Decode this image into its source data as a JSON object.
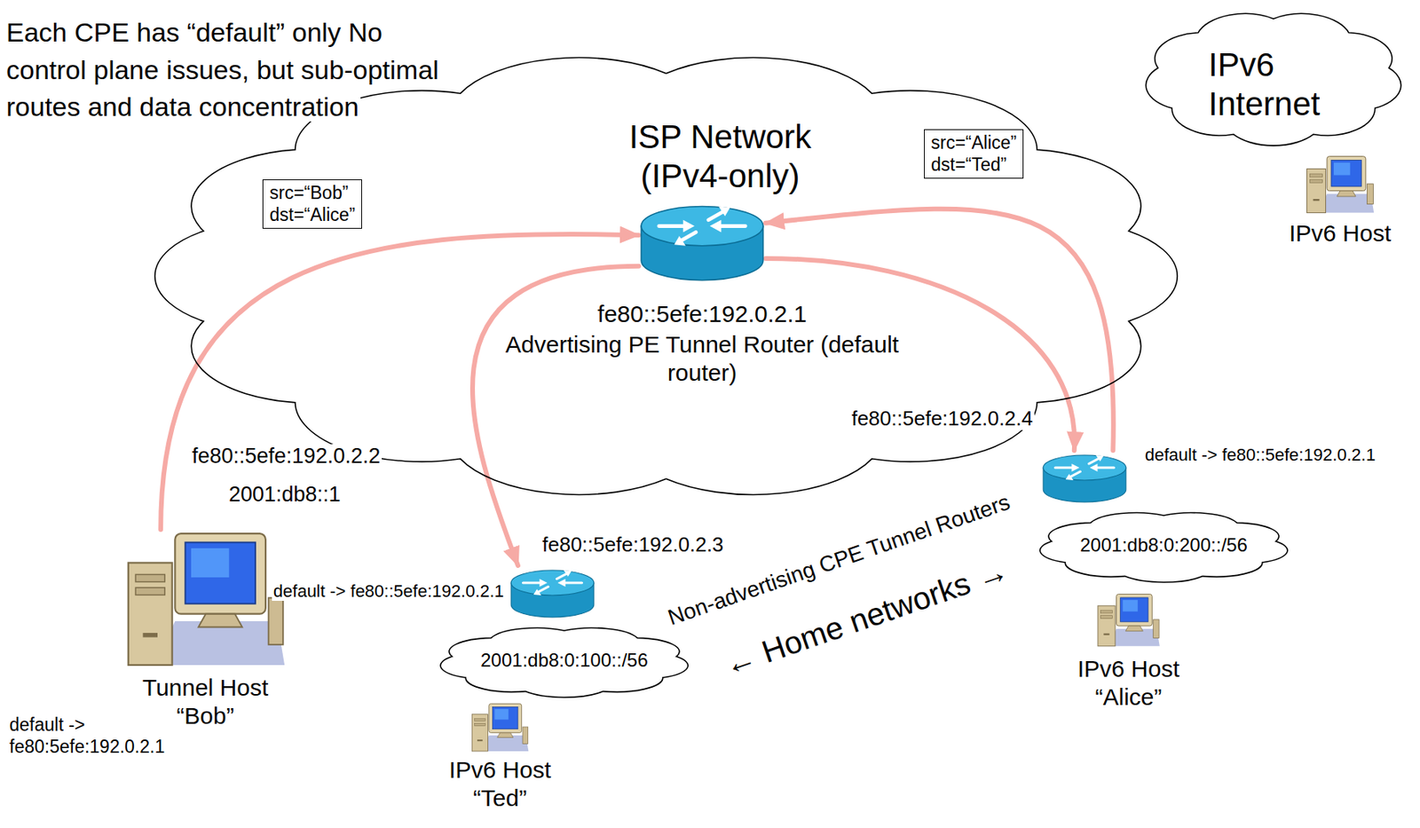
{
  "diagram": {
    "nodes": [
      {
        "text": [
          "ISP Network (IPv4-only)"
        ]
      },
      {
        "text": [
          "fe80::5efe:192.0.2.1",
          "Advertising PE Tunnel Router (default router)"
        ],
        "in": 0
      },
      {
        "text": [
          "IPv6 Internet"
        ]
      },
      {
        "text": [
          "IPv6 Host"
        ]
      },
      {
        "text": [
          "Tunnel Host “Bob”"
        ]
      },
      {
        "text": [
          "fe80::5efe:192.0.2.3",
          "default -> fe80::5efe:192.0.2.1"
        ]
      },
      {
        "text": [
          "2001:db8:0:100::/56"
        ]
      },
      {
        "text": [
          "IPv6 Host “Ted”"
        ]
      },
      {
        "text": [
          "fe80::5efe:192.0.2.4",
          "default -> fe80::5efe:192.0.2.1"
        ]
      },
      {
        "text": [
          "2001:db8:0:200::/56"
        ]
      },
      {
        "text": [
          "IPv6 Host “Alice”"
        ]
      }
    ],
    "edges": [
      {
        "from": 4,
        "to": 1,
        "arrow": "to",
        "label": "src=“Bob” dst=“Alice”"
      },
      {
        "from": 1,
        "to": 5,
        "arrow": "to"
      },
      {
        "from": 8,
        "to": 1,
        "arrow": "to",
        "label": "src=“Alice” dst=“Ted”"
      },
      {
        "from": 1,
        "to": 8,
        "arrow": "to"
      }
    ],
    "labels": [
      "Each CPE has “default” only No control plane issues, but sub-optimal routes and data concentration",
      "fe80::5efe:192.0.2.2",
      "2001:db8::1",
      "default -> fe80:5efe:192.0.2.1",
      "Non-advertising CPE Tunnel Routers",
      "← Home networks →"
    ]
  }
}
